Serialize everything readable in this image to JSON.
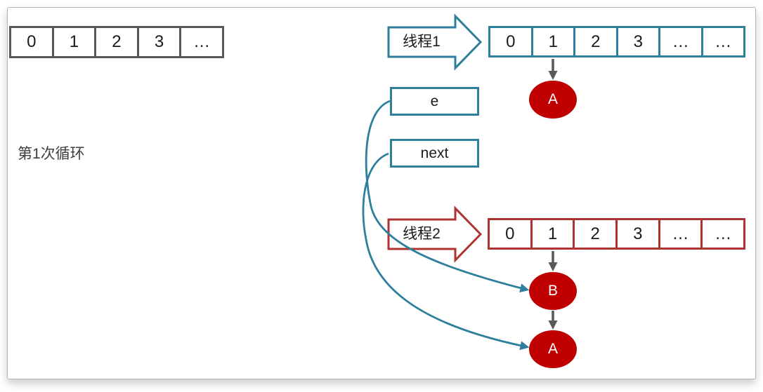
{
  "colors": {
    "teal": "#2E7F9C",
    "red_outline": "#AD3430",
    "node_fill": "#C00000",
    "gray": "#595959"
  },
  "slide": {
    "caption": "第1次循环",
    "initial_array": {
      "cells": [
        "0",
        "1",
        "2",
        "3",
        "…"
      ]
    },
    "thread1": {
      "label": "线程1",
      "array_cells": [
        "0",
        "1",
        "2",
        "3",
        "…",
        "…"
      ],
      "node": "A"
    },
    "pointers": {
      "e_label": "e",
      "next_label": "next"
    },
    "thread2": {
      "label": "线程2",
      "array_cells": [
        "0",
        "1",
        "2",
        "3",
        "…",
        "…"
      ],
      "nodes": [
        "B",
        "A"
      ]
    }
  }
}
